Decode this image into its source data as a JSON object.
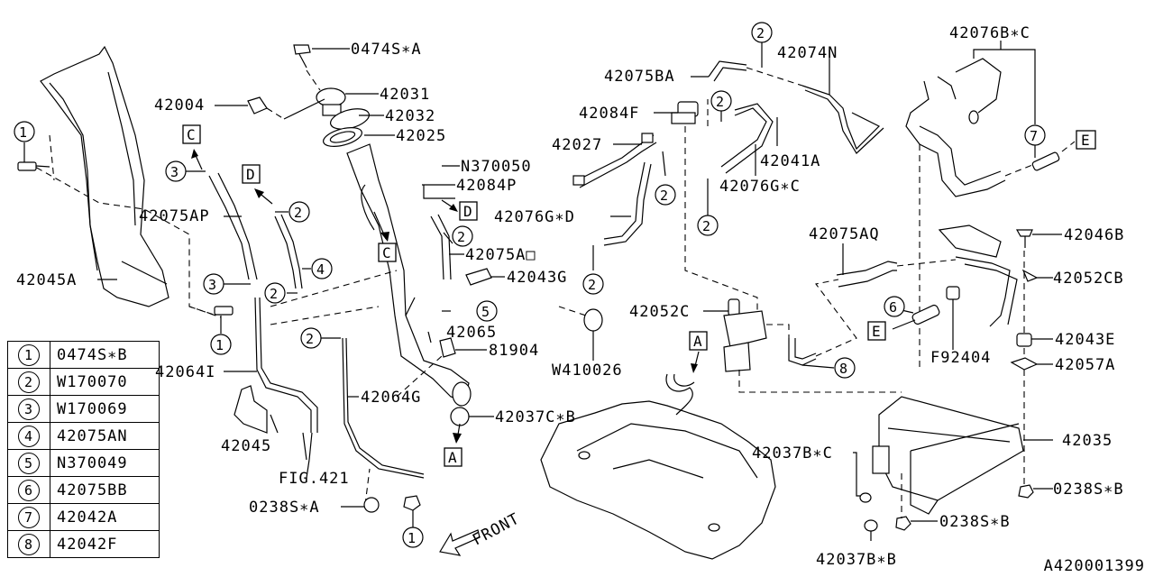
{
  "diagram": {
    "code": "A420001399",
    "front_label": "FRONT",
    "labels": {
      "l_0474SA": "0474S∗A",
      "l_42031": "42031",
      "l_42004": "42004",
      "l_42032": "42032",
      "l_42025": "42025",
      "l_N370050": "N370050",
      "l_42084P": "42084P",
      "l_42075AP": "42075AP",
      "l_42075AO": "42075A□",
      "l_42043G": "42043G",
      "l_42045A": "42045A",
      "l_42065": "42065",
      "l_81904": "81904",
      "l_W410026": "W410026",
      "l_42064I": "42064I",
      "l_42064G": "42064G",
      "l_42037CB": "42037C∗B",
      "l_42045": "42045",
      "l_FIG421": "FIG.421",
      "l_0238SA": "0238S∗A",
      "l_42075BA": "42075BA",
      "l_42074N": "42074N",
      "l_42084F": "42084F",
      "l_42027": "42027",
      "l_42041A": "42041A",
      "l_42076GC": "42076G∗C",
      "l_42076GD": "42076G∗D",
      "l_42076BC": "42076B∗C",
      "l_42075AQ": "42075AQ",
      "l_42046B": "42046B",
      "l_42052CB": "42052CB",
      "l_42052C": "42052C",
      "l_42043E": "42043E",
      "l_F92404": "F92404",
      "l_42057A": "42057A",
      "l_42035": "42035",
      "l_42037BC": "42037B∗C",
      "l_0238SB1": "0238S∗B",
      "l_0238SB2": "0238S∗B",
      "l_42037BB": "42037B∗B"
    },
    "callouts": {
      "one": "1",
      "two": "2",
      "three": "3",
      "four": "4",
      "five": "5",
      "six": "6",
      "seven": "7",
      "eight": "8"
    },
    "refs": {
      "A": "A",
      "C": "C",
      "D": "D",
      "E": "E"
    }
  },
  "legend": [
    {
      "num": "1",
      "part": "0474S∗B"
    },
    {
      "num": "2",
      "part": "W170070"
    },
    {
      "num": "3",
      "part": "W170069"
    },
    {
      "num": "4",
      "part": "42075AN"
    },
    {
      "num": "5",
      "part": "N370049"
    },
    {
      "num": "6",
      "part": "42075BB"
    },
    {
      "num": "7",
      "part": "42042A"
    },
    {
      "num": "8",
      "part": "42042F"
    }
  ]
}
